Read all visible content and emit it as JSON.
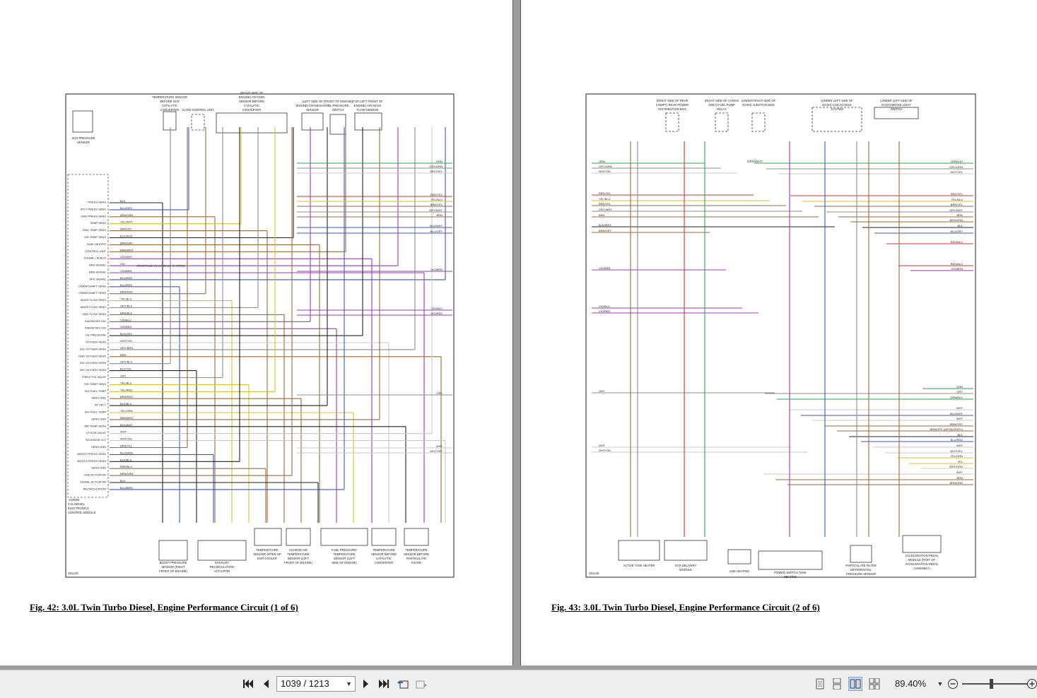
{
  "navigation": {
    "current_page": "1039 / 1213",
    "zoom": "89.40%"
  },
  "left_page": {
    "caption": "Fig. 42: 3.0L Twin Turbo Diesel, Engine Performance Circuit (1 of 6)",
    "diagram_id": "281135",
    "module_name": "3.0L DIESEL ELECTRONICS CONTROL MODULE",
    "connector_id": "X28908",
    "top_components": [
      "SCR PRESSURE SENSOR",
      "TEMPERATURE SENSOR BEFORE SCR CATALYTIC CONVERTER",
      "GLOW CONTROL UNIT",
      "(RIGHT SIDE OF ENGINE) OXYGEN SENSOR BEFORE CATALYTIC CONVERTER",
      "(LEFT SIDE OF ENGINE) CRANKSHAFT SENSOR",
      "(FRONT OF ENGINE) OIL PRESSURE SWITCH",
      "(TOP LEFT FRONT OF ENGINE) AIR MASS FLOW SENSOR"
    ],
    "bottom_components": [
      "BOOST PRESSURE SENSOR (RIGHT FRONT OF ENGINE)",
      "EXHAUST RECIRCULATION ACTUATOR",
      "TEMPERATURE SENSOR AFTER HP EGR COOLER",
      "CHARGE AIR TEMPERATURE SENSOR (LEFT FRONT OF ENGINE)",
      "FUEL PRESSURE/ TEMPERATURE SENSOR (LEFT SIDE OF ENGINE)",
      "TEMPERATURE SENSOR BEFORE CATALYTIC CONVERTER",
      "TEMPERATURE SENSOR BEFORE PARTICULATE FILTER"
    ],
    "pin_labels": [
      "PRESS SENS",
      "SPLY PRESS SENS",
      "GND PRESS SENS",
      "TEMP SENS",
      "GND TEMP SENS",
      "SIG TEMP SENS",
      "TANK HEATER",
      "CONTROL UNIT",
      "SIGNAL LIN BUS",
      "BNS SIGNAL",
      "BNS SIGNAL",
      "SPS SIGNAL",
      "CRANKSHAFT SENS",
      "CRANKSHAFT SENS",
      "MASS FLOW SENS",
      "MASS FLOW SENS",
      "GND FLOW SENS",
      "DIAGNOSIS SIG",
      "DIAGNOSIS SIG",
      "OIL PRESSURE",
      "OXYGEN SENS",
      "SIG OXYGEN SENS",
      "GND OXYGEN SENS",
      "SIG OXYGEN SENS",
      "SIG OXYGEN SENS",
      "THROTTLE VALVE",
      "SIG TEMP SENS",
      "SIG FUEL TEMP",
      "SENS GND",
      "5V SPLY",
      "SIG FUEL TEMP",
      "SENS GND",
      "AIR TEMP SENS",
      "LP EGR VALVE",
      "SOLENOID VLV",
      "SENS GND",
      "BOOST PRESS SENS",
      "BOOST PRESS SENS",
      "SENS GND",
      "GND ACTUATOR",
      "SIGNAL ACTUATOR",
      "RECIRCULATION"
    ],
    "wire_colors": [
      "BLK",
      "BLU/GRY",
      "BRN/GRN",
      "YEL/WHT",
      "BRN/VIO",
      "BLK/WHT",
      "BRN/GRY",
      "BRN/WHT",
      "VIO/WHT",
      "VIO",
      "VIO/BRN",
      "BLU/RED",
      "BLU/RED",
      "BRN/RED",
      "YEL/BLU",
      "GRY/BLK",
      "BRN/BLK",
      "VIO/BLU",
      "VIO/RED",
      "BLK/GRY",
      "WHT/YEL",
      "GRY/BRN",
      "BRN",
      "GRY/BLU",
      "BLK/YEL",
      "GRY",
      "YEL/BLU",
      "YEL/RED",
      "BRN/RED",
      "BLK/BLU",
      "YEL/GRN",
      "BRN/WHT",
      "BLK/WHT",
      "WHT",
      "WHT/YEL",
      "BRN/YEL",
      "BLU/GRN",
      "BLK/BLU",
      "BRN/BLU",
      "BRN/GRN",
      "BLK",
      "BLU/BRN"
    ],
    "right_labels": [
      "GRN",
      "GRY/GRN",
      "WHT/YEL",
      "RED/YEL",
      "YEL/BLU",
      "BRN/YEL",
      "GRY/WHT",
      "BRN",
      "BLU/WHT",
      "BLU/GRY",
      "VIO/BRN",
      "VIO/BLU",
      "VIO/RED",
      "GRY",
      "WHT",
      "WHT/YEL"
    ],
    "charging_label": "STARTING/ CHARGING SYSTEM"
  },
  "right_page": {
    "caption": "Fig. 43: 3.0L Twin Turbo Diesel, Engine Performance Circuit (2 of 6)",
    "diagram_id": "281136",
    "top_components": [
      "(RIGHT SIDE OF REAR COMPT) REAR POWER DISTRIBUTION BOX",
      "(RIGHT SIDE OF CARGO AREA) FUEL PUMP RELAY",
      "(UNDER RIGHT SIDE OF DASH) JUNCTION BOX",
      "(UNDER LEFT SIDE OF DASH) CAR ACCESS SYSTEM",
      "(UNDER LEFT SIDE OF DASH) BRAKE LIGHT SWITCH"
    ],
    "bottom_components": [
      "ACTIVE TANK HEATER",
      "SCR DELIVERY MODULE",
      "LINE HEATING",
      "POWER SWITCH TANK HEATING",
      "PARTICULATE FILTER DIFFERENTIAL PRESSURE SENSOR",
      "ACCELERATION PEDAL MODULE (PART OF ACCELERATION PEDAL ASSEMBLY)"
    ],
    "left_labels": [
      "GRN",
      "GRY/GRN",
      "WHT/YEL",
      "RED/YEL",
      "YEL/BLU",
      "BRN/YEL",
      "GRY/WHT",
      "BRN",
      "BLK/WHT",
      "BRN/GRY",
      "VIO/BRN",
      "VIO/BLU",
      "VIO/RED",
      "GRY",
      "WHT",
      "WHT/YEL"
    ],
    "right_labels": [
      "GRN/VIO",
      "GRY/GRN",
      "WHT/YEL",
      "RED/YEL",
      "YEL/BLU",
      "BRN/YEL",
      "GRY/WHT",
      "BRN",
      "BRN/GRN",
      "BLK",
      "BLU/GRY",
      "RED/BLU",
      "RED/BLU",
      "VIO/BRN",
      "GRN",
      "GRY",
      "GRN/BLU",
      "WHT",
      "BLU/WHT",
      "WHT",
      "BRN/GRY",
      "BRN/GRY (OR BLU/GRY)",
      "BLK",
      "BLU/RED",
      "WHT",
      "WHT/YEL",
      "YEL/GRN",
      "YEL",
      "WHT/GRN",
      "WHT",
      "BRN",
      "BRN/GRN"
    ],
    "junction_label": "GRN/WHT"
  }
}
